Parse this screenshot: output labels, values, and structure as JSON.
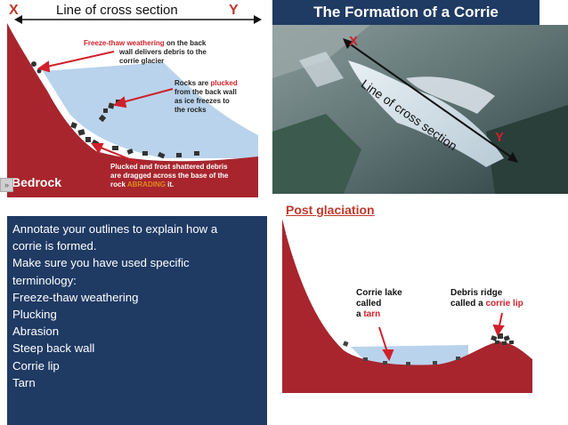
{
  "diagram_top": {
    "x_label": "X",
    "line_label": "Line of cross  section",
    "y_label": "Y",
    "freeze_red": "Freeze-thaw weathering",
    "freeze_rest_1": "on the back",
    "freeze_rest_2": "wall delivers debris to the",
    "freeze_rest_3": "corrie glacier",
    "rocks_1a": "Rocks are ",
    "rocks_1b": "plucked",
    "rocks_2": "from the back wall",
    "rocks_3": "as ice freezes to",
    "rocks_4": "the rocks",
    "debris_1": "Plucked and frost shattered debris",
    "debris_2": "are dragged  across the base of the",
    "debris_3a": "rock ",
    "debris_3b": "ABRADING",
    "debris_3c": " it.",
    "bedrock": "Bedrock"
  },
  "title": "The Formation of a Corrie",
  "photo": {
    "x_label": "X",
    "y_label": "Y",
    "line_label": "Line of cross  section"
  },
  "textbox": {
    "lines": [
      "Annotate your  outlines to explain how a",
      "corrie is formed.",
      "Make  sure you have used specific",
      "terminology:",
      "Freeze-thaw weathering",
      "Plucking",
      "Abrasion",
      "Steep back wall",
      "Corrie lip",
      "Tarn"
    ]
  },
  "post": {
    "title": "Post glaciation",
    "lake_1": "Corrie lake",
    "lake_2": "called",
    "lake_3": " a ",
    "lake_3b": "tarn",
    "ridge_1": "Debris ridge",
    "ridge_2": "called a ",
    "ridge_2b": "corrie lip"
  },
  "colors": {
    "bedrock": "#a8252d",
    "ice": "#b9d3ec",
    "navy": "#1f3a63",
    "accent_red": "#d0202a"
  },
  "icons": {
    "side": "double-chevron-right-icon"
  }
}
